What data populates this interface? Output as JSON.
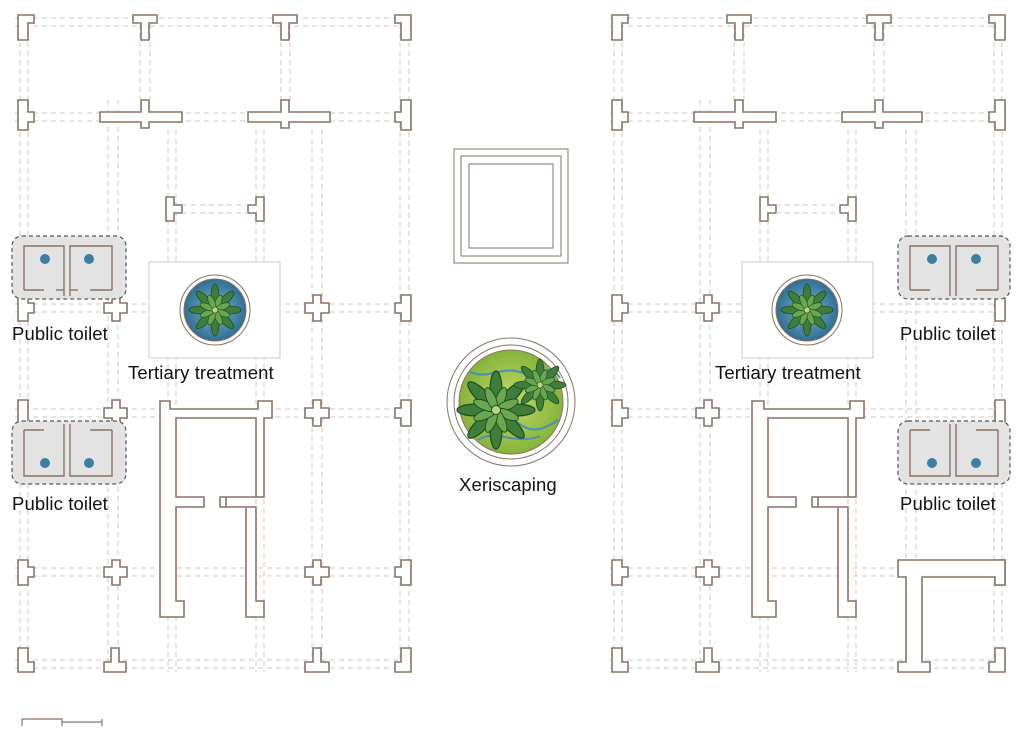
{
  "labels": {
    "toilet_left_top": "Public toilet",
    "toilet_left_bottom": "Public toilet",
    "toilet_right_top": "Public toilet",
    "toilet_right_bottom": "Public toilet",
    "treatment_left": "Tertiary treatment",
    "treatment_right": "Tertiary treatment",
    "xeriscaping": "Xeriscaping"
  },
  "colors": {
    "wall": "#8a7266",
    "grid": "#c8c8c8",
    "toilet_fill": "#e3e3e3",
    "toilet_border": "#555555",
    "toilet_dot": "#3b7fa3",
    "water": "#4f90b4",
    "foliage": "#9dc64a"
  },
  "icons": {
    "plant": "succulent-plant-icon",
    "toilet_fixture": "toilet-fixture-dot"
  }
}
